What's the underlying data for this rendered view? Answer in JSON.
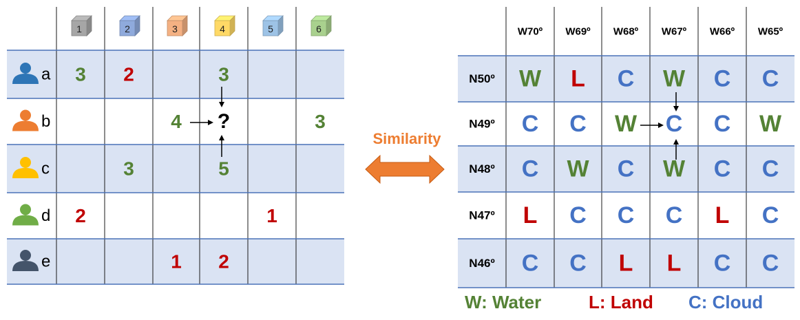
{
  "colors": {
    "green": "#548235",
    "red": "#c00000",
    "blue": "#4472c4",
    "orange": "#ed7d31"
  },
  "left_table": {
    "items": [
      {
        "label": "1",
        "color": "#a6a6a6"
      },
      {
        "label": "2",
        "color": "#8faadc"
      },
      {
        "label": "3",
        "color": "#f4b183"
      },
      {
        "label": "4",
        "color": "#ffd966"
      },
      {
        "label": "5",
        "color": "#9dc3e6"
      },
      {
        "label": "6",
        "color": "#a9d18e"
      }
    ],
    "users": [
      {
        "name": "a",
        "color": "#2e75b6"
      },
      {
        "name": "b",
        "color": "#ed7d31"
      },
      {
        "name": "c",
        "color": "#ffc000"
      },
      {
        "name": "d",
        "color": "#70ad47"
      },
      {
        "name": "e",
        "color": "#44546a"
      }
    ],
    "cells": [
      [
        "3",
        "2",
        "",
        "3",
        "",
        ""
      ],
      [
        "",
        "",
        "4",
        "?",
        "",
        "3"
      ],
      [
        "",
        "3",
        "",
        "5",
        "",
        ""
      ],
      [
        "2",
        "",
        "",
        "",
        "1",
        ""
      ],
      [
        "",
        "",
        "1",
        "2",
        "",
        ""
      ]
    ]
  },
  "middle": {
    "label": "Similarity"
  },
  "right_table": {
    "columns": [
      "W70º",
      "W69º",
      "W68º",
      "W67º",
      "W66º",
      "W65º"
    ],
    "rows": [
      "N50º",
      "N49º",
      "N48º",
      "N47º",
      "N46º"
    ],
    "cells": [
      [
        "W",
        "L",
        "C",
        "W",
        "C",
        "C"
      ],
      [
        "C",
        "C",
        "W",
        "C",
        "C",
        "W"
      ],
      [
        "C",
        "W",
        "C",
        "W",
        "C",
        "C"
      ],
      [
        "L",
        "C",
        "C",
        "C",
        "L",
        "C"
      ],
      [
        "C",
        "C",
        "L",
        "L",
        "C",
        "C"
      ]
    ]
  },
  "legend": {
    "water": "W: Water",
    "land": "L: Land",
    "cloud": "C: Cloud"
  }
}
